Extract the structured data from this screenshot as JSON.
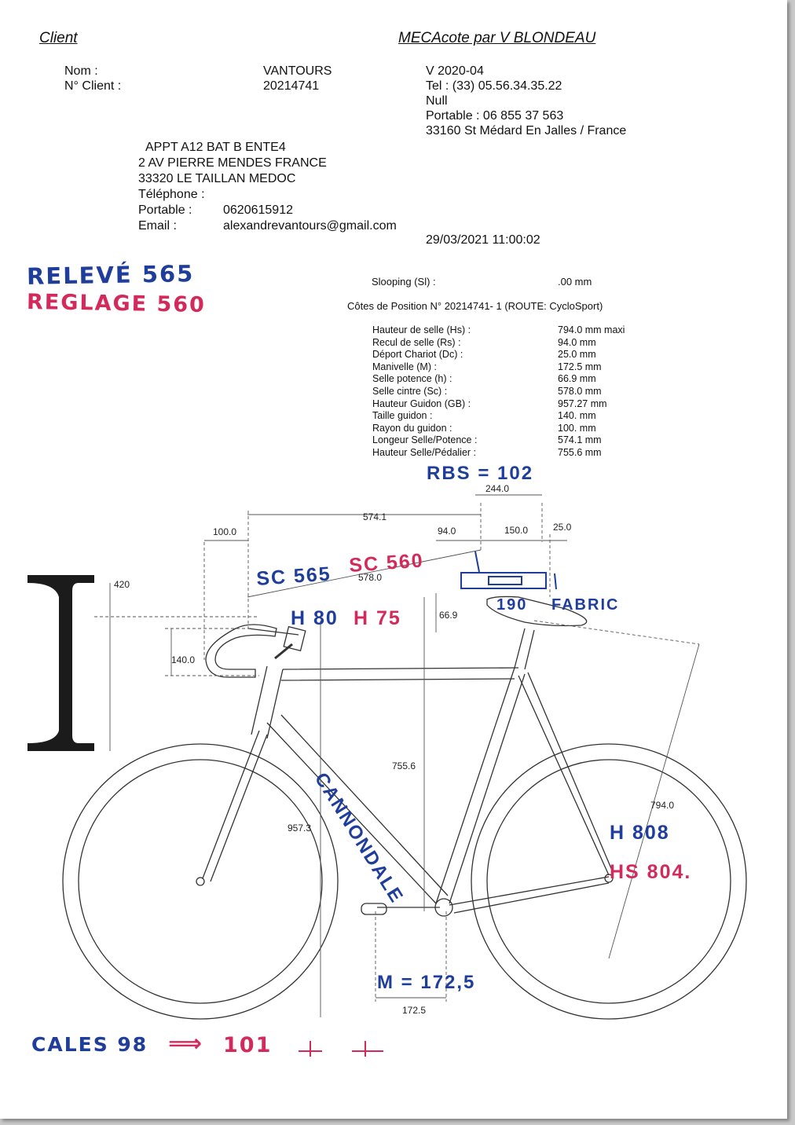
{
  "header": {
    "client": "Client",
    "company": "MECAcote par V BLONDEAU"
  },
  "client": {
    "nom_label": "Nom :",
    "nom": "VANTOURS",
    "numero_label": "N° Client :",
    "numero": "20214741",
    "address": [
      "APPT A12 BAT B ENTE4",
      "2 AV PIERRE MENDES FRANCE",
      "33320 LE TAILLAN MEDOC"
    ],
    "telephone_label": "Téléphone :",
    "portable_label": "Portable :",
    "portable": "0620615912",
    "email_label": "Email :",
    "email": "alexandrevantours@gmail.com"
  },
  "company_info": {
    "version": "V 2020-04",
    "tel": "Tel : (33) 05.56.34.35.22",
    "null": "Null",
    "portable": "Portable : 06 855 37 563",
    "city": "33160 St Médard En Jalles / France"
  },
  "datetime": "29/03/2021  11:00:02",
  "slooping": {
    "label": "Slooping (Sl) :",
    "value": ".00 mm"
  },
  "cotes_title": "Côtes de Position N° 20214741- 1  (ROUTE: CycloSport)",
  "specs": [
    {
      "label": "Hauteur de selle (Hs) :",
      "value": "794.0 mm maxi"
    },
    {
      "label": "Recul de selle (Rs) :",
      "value": "94.0 mm"
    },
    {
      "label": "Déport Chariot (Dc) :",
      "value": "25.0 mm"
    },
    {
      "label": "Manivelle (M) :",
      "value": " 172.5 mm"
    },
    {
      "label": "Selle potence (h) :",
      "value": "66.9 mm"
    },
    {
      "label": "Selle cintre (Sc) :",
      "value": "578.0 mm"
    },
    {
      "label": "Hauteur Guidon (GB) :",
      "value": "957.27 mm"
    },
    {
      "label": "Taille guidon :",
      "value": "140. mm"
    },
    {
      "label": "Rayon du guidon :",
      "value": "100. mm"
    },
    {
      "label": "Longeur Selle/Potence :",
      "value": "574.1 mm"
    },
    {
      "label": "Hauteur Selle/Pédalier :",
      "value": "755.6 mm"
    }
  ],
  "dimensions": {
    "d244": "244.0",
    "d574": "574.1",
    "d100": "100.0",
    "d94": "94.0",
    "d150": "150.0",
    "d25": "25.0",
    "d420": "420",
    "d578": "578.0",
    "d669": "66.9",
    "d140": "140.0",
    "d7556": "755.6",
    "d9573": "957.3",
    "d794": "794.0",
    "d1725": "172.5"
  },
  "handwritten": {
    "releve": "RELEVÉ 565",
    "reglage": "REGLAGE 560",
    "rbs": "RBS = 102",
    "sc565": "SC 565",
    "sc560": "SC 560",
    "h80": "H 80",
    "h75": "H 75",
    "n190": "190",
    "fabric": "FABRIC",
    "cannondale": "CANNONDALE",
    "h808": "H 808",
    "hs804": "HS 804.",
    "m": "M = 172,5",
    "cales98": "CALES  98",
    "arrow": "⟹",
    "cales101": "101"
  }
}
